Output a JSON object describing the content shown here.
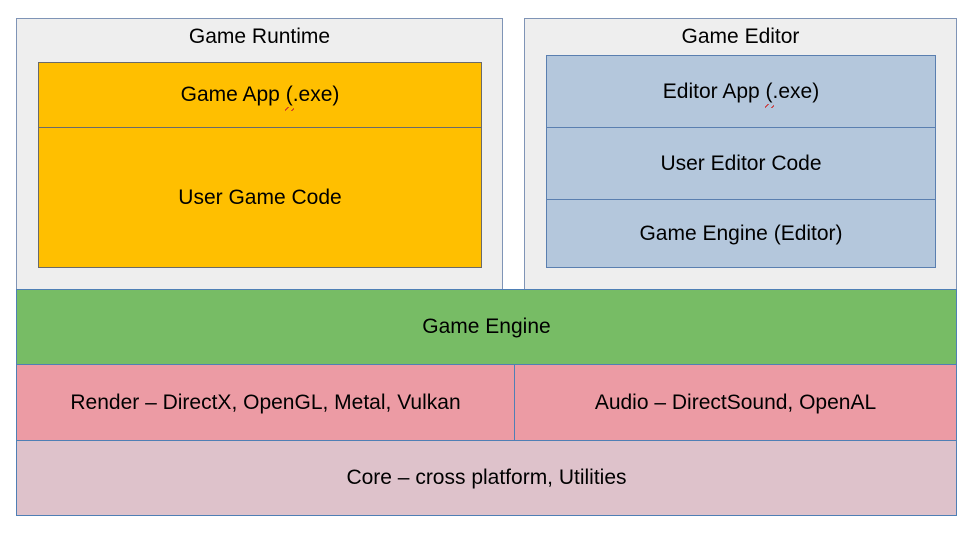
{
  "runtime": {
    "title": "Game Runtime",
    "app_prefix": "Game App ",
    "app_paren": "(",
    "app_suffix": ".exe)",
    "code": "User Game Code"
  },
  "editor": {
    "title": "Game Editor",
    "app_prefix": "Editor App ",
    "app_paren": "(",
    "app_suffix": ".exe)",
    "code": "User Editor Code",
    "engine": "Game Engine (Editor)"
  },
  "layers": {
    "engine": "Game Engine",
    "render": "Render – DirectX, OpenGL, Metal, Vulkan",
    "audio": "Audio – DirectSound, OpenAL",
    "core": "Core – cross platform, Utilities"
  },
  "colors": {
    "runtime_boxes": "#ffbf00",
    "editor_boxes": "#b4c7dc",
    "engine": "#77bc65",
    "render_audio": "#ec9ba4",
    "core": "#dec2cb",
    "panel": "#eeeeee"
  }
}
